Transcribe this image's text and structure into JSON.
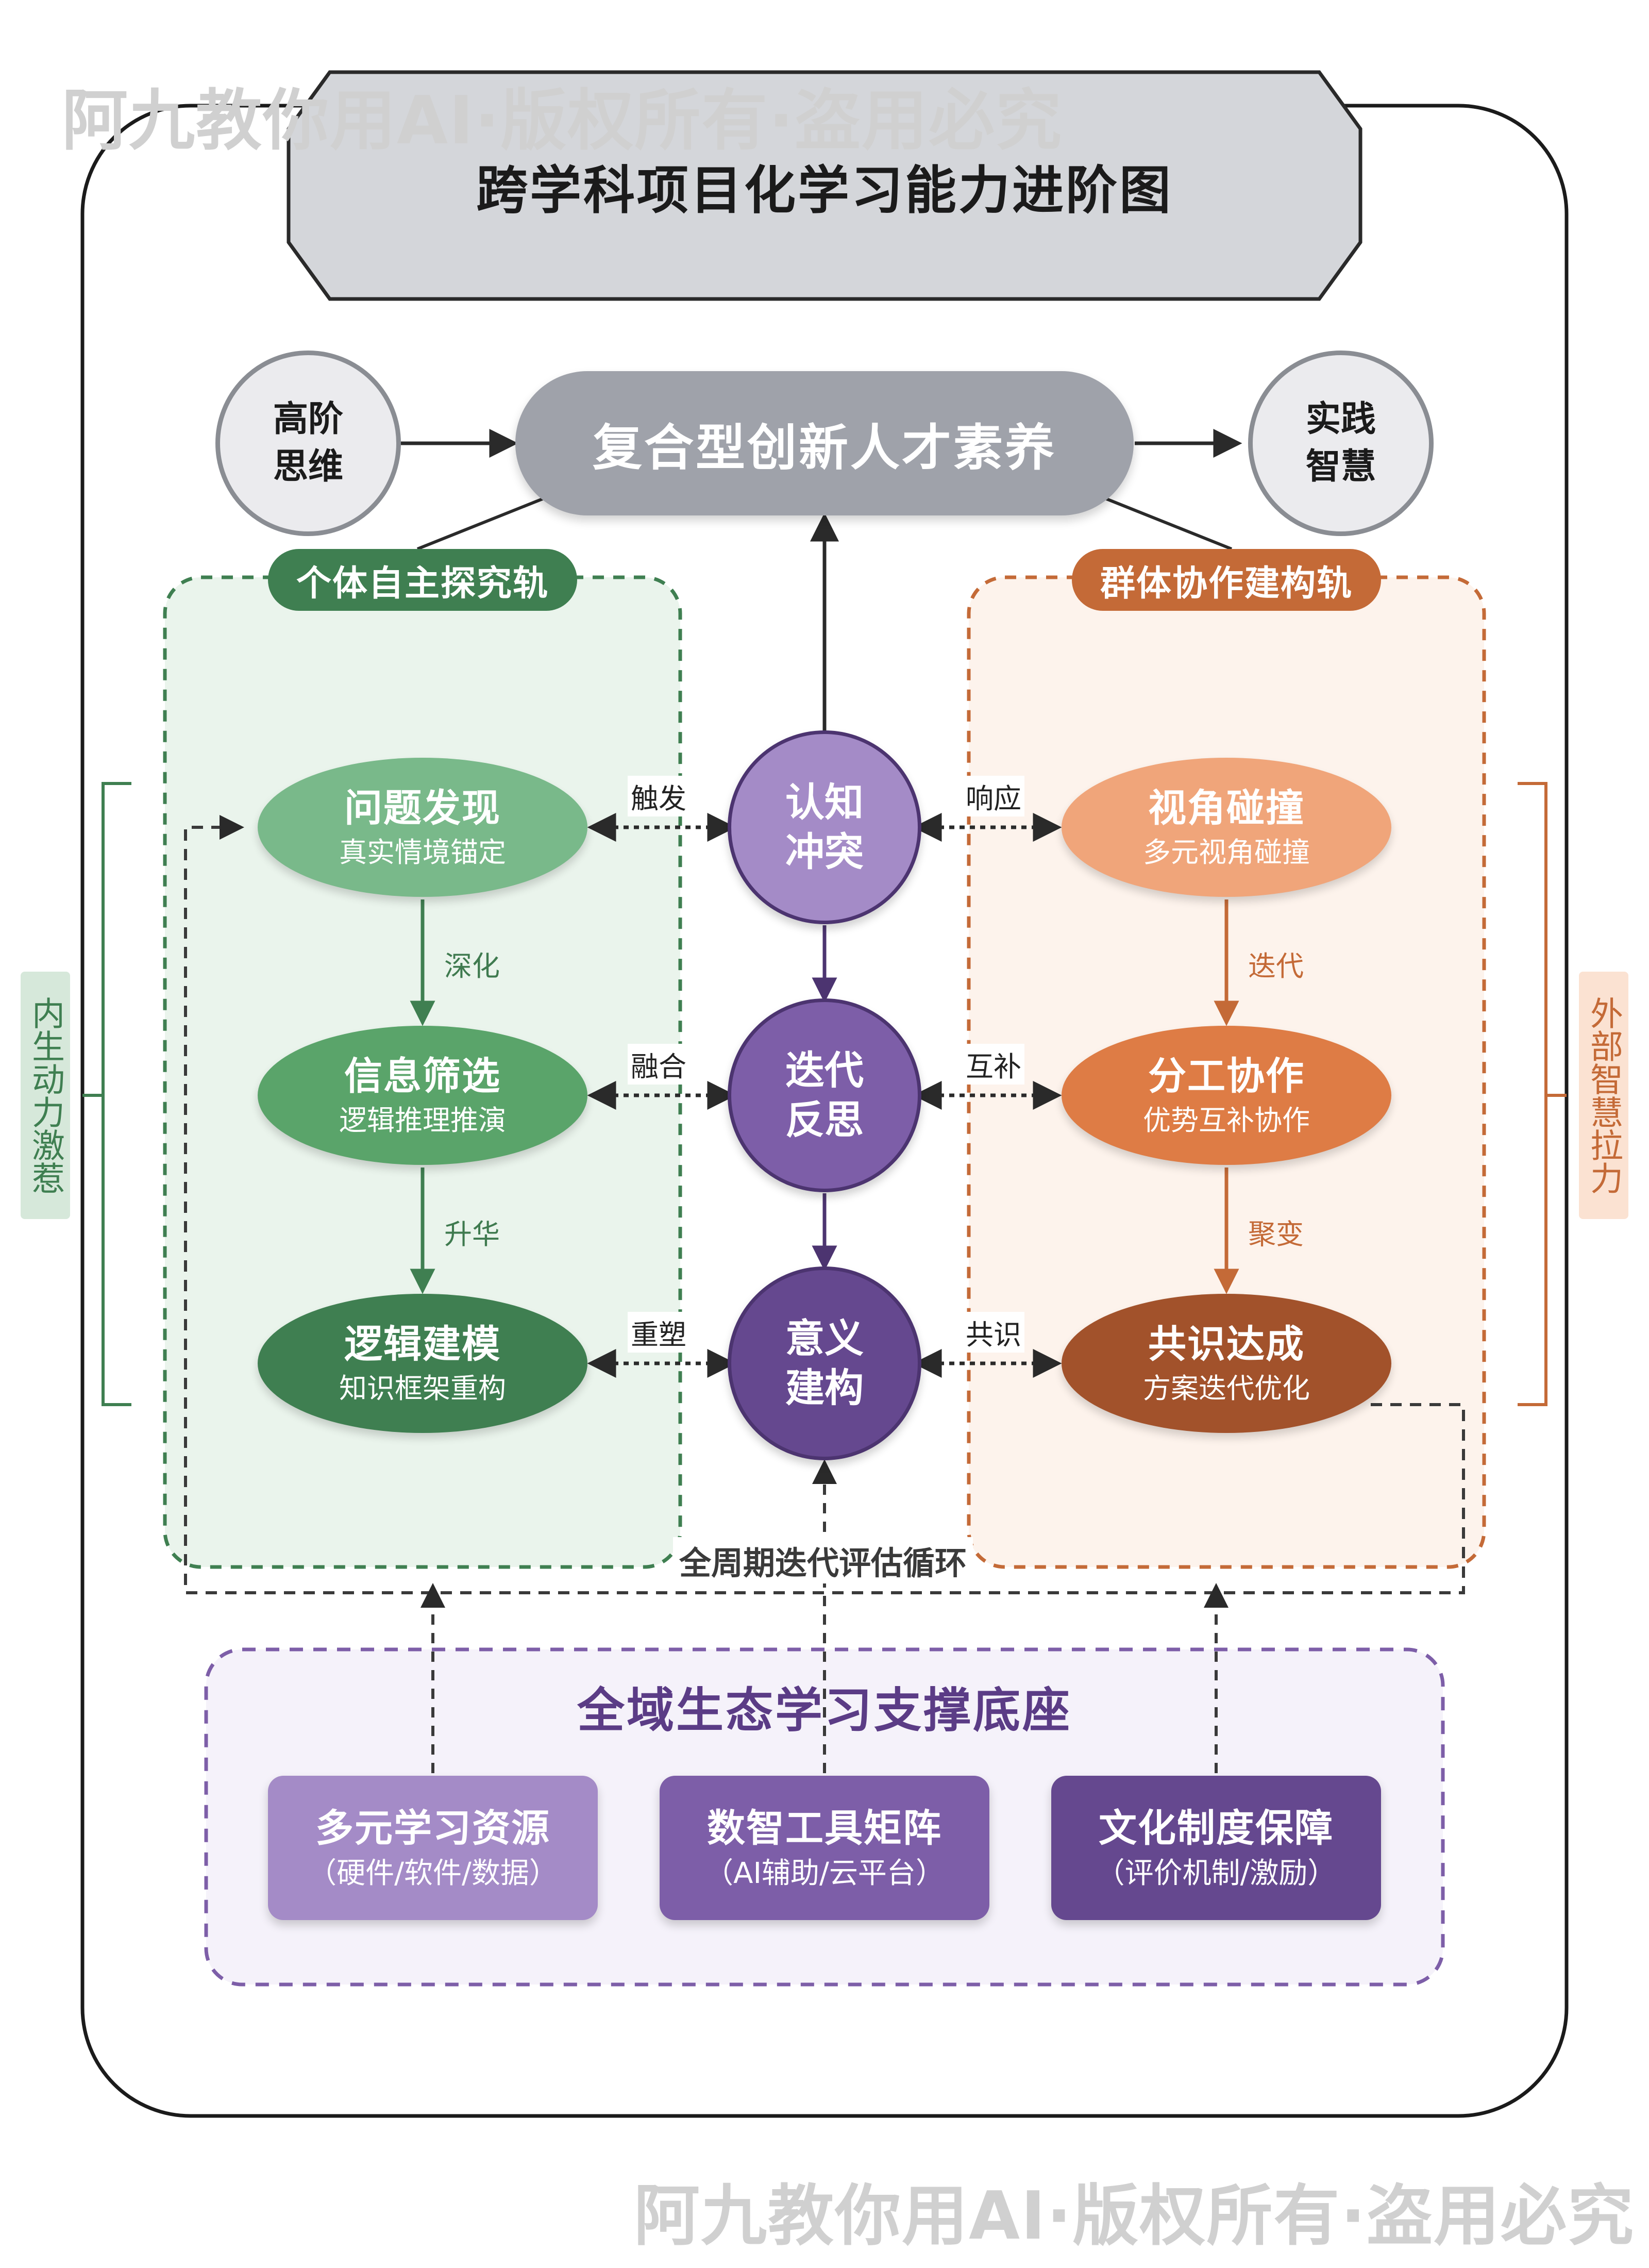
{
  "watermark": "阿九教你用AI·版权所有·盗用必究",
  "title": "跨学科项目化学习能力进阶图",
  "goal": "复合型创新人才素养",
  "left_circle": {
    "line1": "高阶",
    "line2": "思维"
  },
  "right_circle": {
    "line1": "实践",
    "line2": "智慧"
  },
  "tracks": {
    "left": "个体自主探究轨",
    "right": "群体协作建构轨"
  },
  "left_nodes": [
    {
      "title": "问题发现",
      "sub": "真实情境锚定"
    },
    {
      "title": "信息筛选",
      "sub": "逻辑推理推演"
    },
    {
      "title": "逻辑建模",
      "sub": "知识框架重构"
    }
  ],
  "center_nodes": [
    {
      "line1": "认知",
      "line2": "冲突"
    },
    {
      "line1": "迭代",
      "line2": "反思"
    },
    {
      "line1": "意义",
      "line2": "建构"
    }
  ],
  "right_nodes": [
    {
      "title": "视角碰撞",
      "sub": "多元视角碰撞"
    },
    {
      "title": "分工协作",
      "sub": "优势互补协作"
    },
    {
      "title": "共识达成",
      "sub": "方案迭代优化"
    }
  ],
  "left_links": [
    "触发",
    "融合",
    "重塑"
  ],
  "right_links": [
    "响应",
    "互补",
    "共识"
  ],
  "left_flow": [
    "深化",
    "升华"
  ],
  "right_flow": [
    "迭代",
    "聚变"
  ],
  "side_labels": {
    "left": "内生动力激惹",
    "right": "外部智慧拉力"
  },
  "cycle_label": "全周期迭代评估循环",
  "support": {
    "title": "全域生态学习支撑底座",
    "boxes": [
      {
        "title": "多元学习资源",
        "sub": "（硬件/软件/数据）"
      },
      {
        "title": "数智工具矩阵",
        "sub": "（AI辅助/云平台）"
      },
      {
        "title": "文化制度保障",
        "sub": "（评价机制/激励）"
      }
    ]
  },
  "colors": {
    "green_light": "#79b98a",
    "green_mid": "#5aa46a",
    "green_dark": "#3f7f51",
    "orange_light": "#f0a57a",
    "orange_mid": "#de7c45",
    "orange_dark": "#a2522b",
    "purple_light": "#a48bc7",
    "purple_mid": "#7d5ea8",
    "purple_dark": "#65488f"
  }
}
